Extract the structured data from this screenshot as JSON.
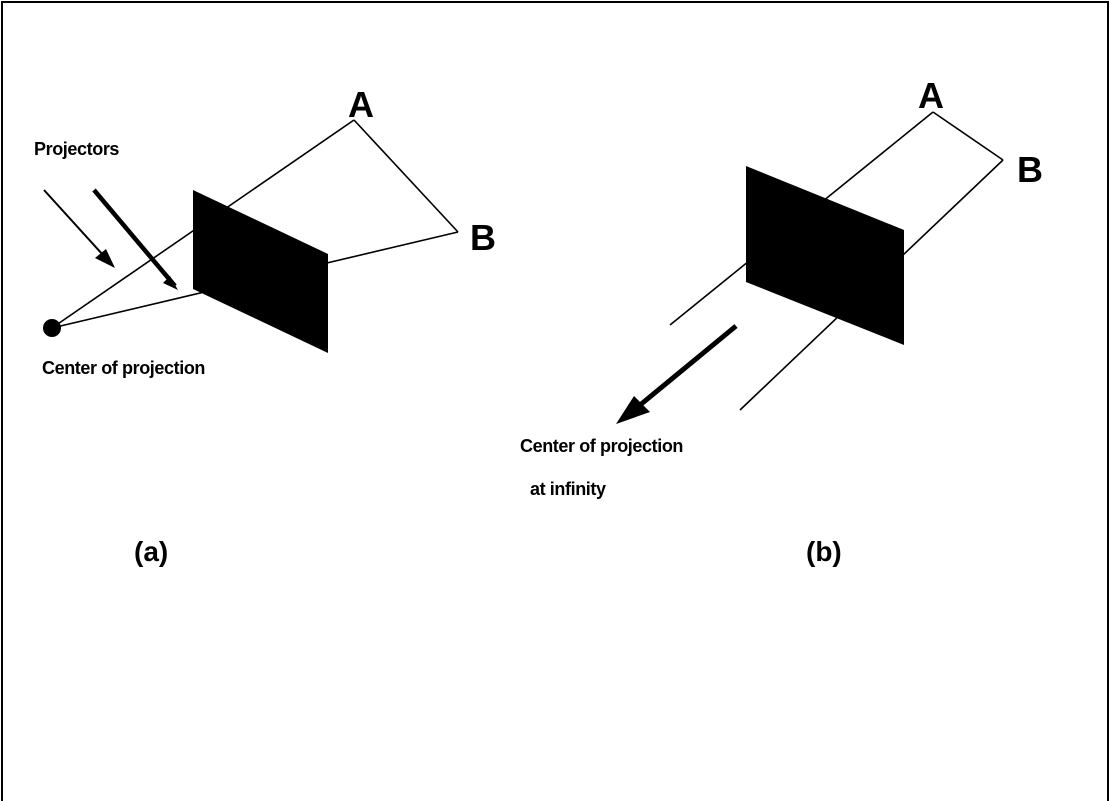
{
  "panel_a": {
    "point_a": "A",
    "point_b": "B",
    "projectors_label": "Projectors",
    "center_label": "Center of projection",
    "caption": "(a)"
  },
  "panel_b": {
    "point_a": "A",
    "point_b": "B",
    "center_label_line1": "Center of projection",
    "center_label_line2": "at infinity",
    "caption": "(b)"
  },
  "colors": {
    "ink": "#000000",
    "plane": "#000000",
    "background": "#ffffff"
  }
}
